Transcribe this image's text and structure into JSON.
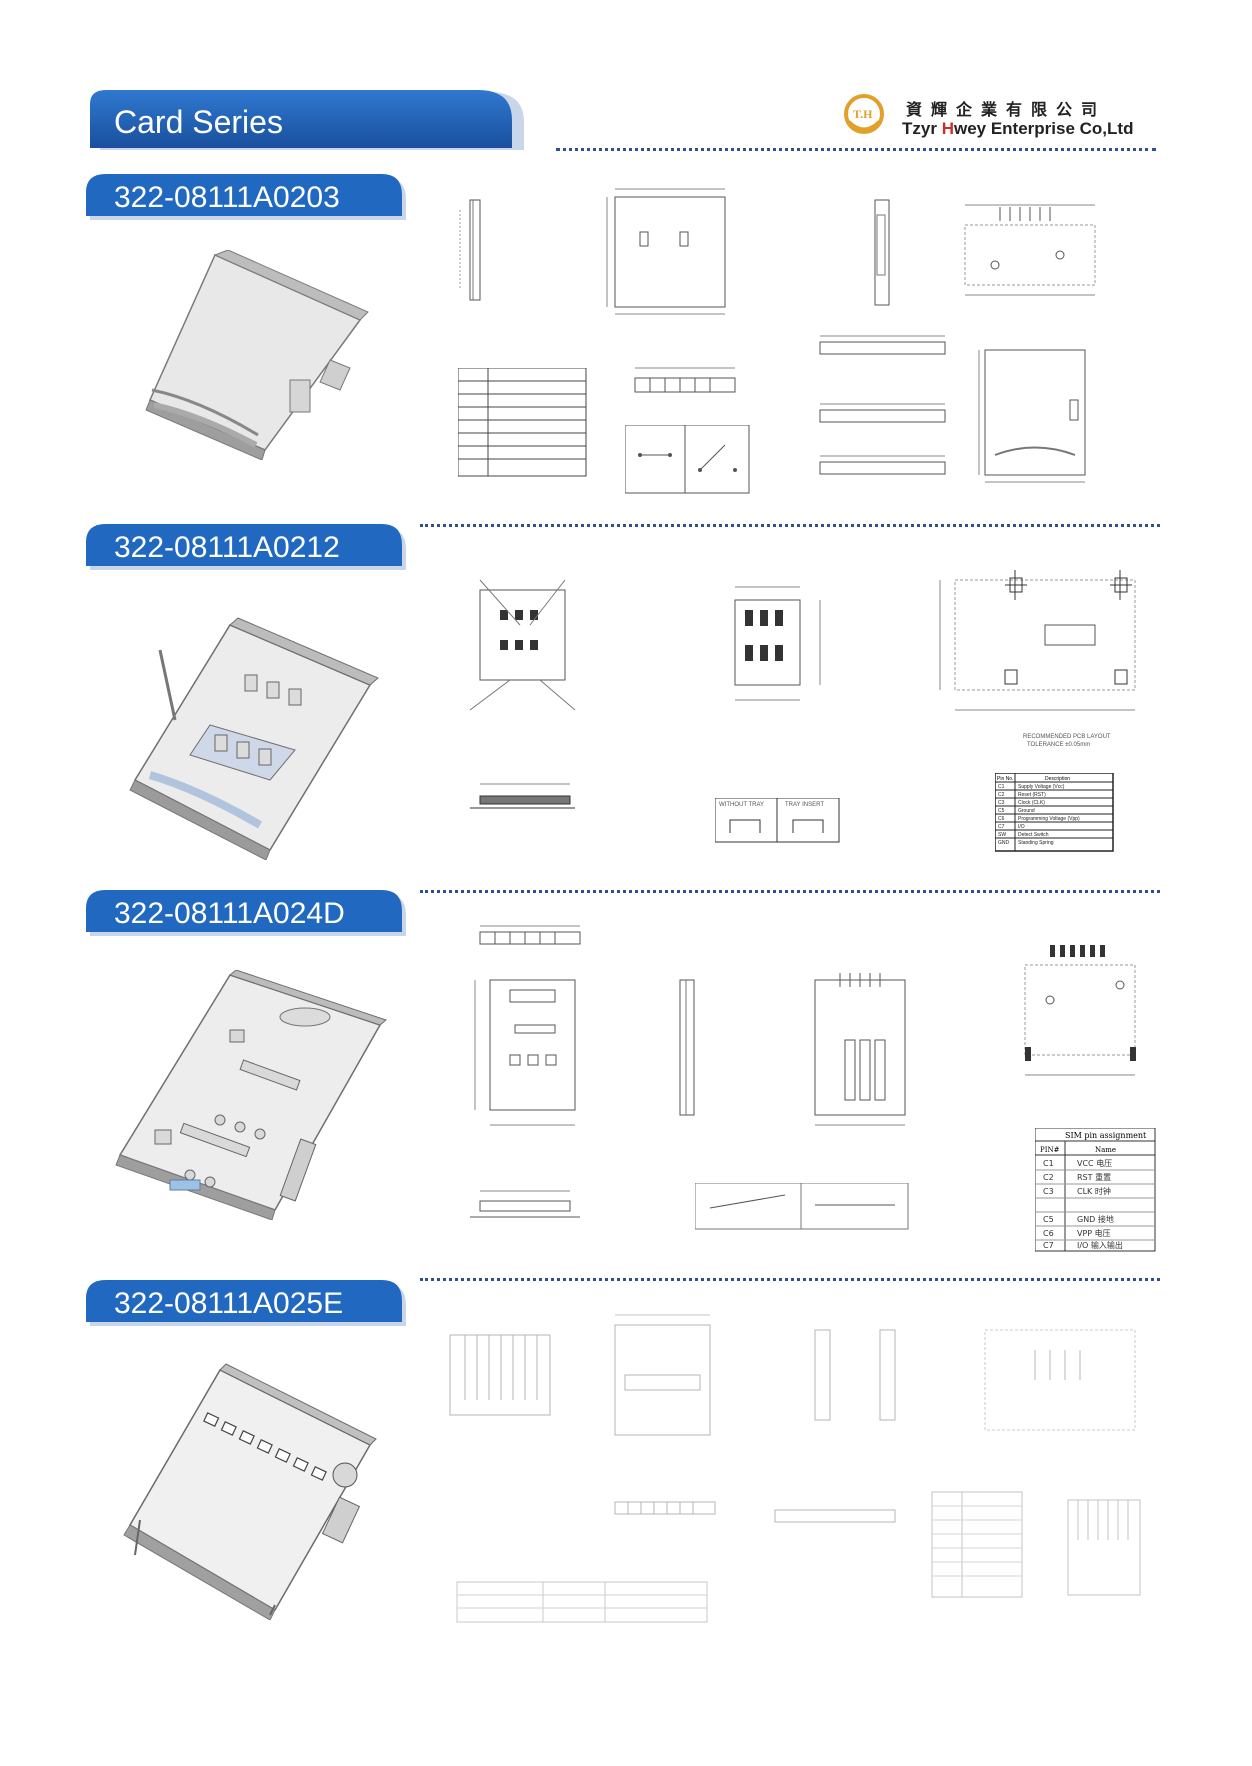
{
  "header": {
    "title": "Card Series",
    "company_cn": "資輝企業有限公司",
    "company_en_prefix": "Tzyr ",
    "company_en_highlight": "H",
    "company_en_rest": "wey Enterprise Co,Ltd",
    "logo_mark": "T.H"
  },
  "colors": {
    "banner": "#1f5fb0",
    "accent": "#c8312b",
    "dots": "#2f4f8f"
  },
  "sections": [
    {
      "part_number": "322-08111A0203"
    },
    {
      "part_number": "322-08111A0212"
    },
    {
      "part_number": "322-08111A024D"
    },
    {
      "part_number": "322-08111A025E"
    }
  ],
  "drawing_notes": {
    "pcb_layout_a": "RECOMMENDED PCB LAYOUT",
    "tolerance_a": "TOLERANCE ±0.05mm",
    "without_tray": "WITHOUT TRAY",
    "tray_insert": "TRAY INSERT",
    "pin_table_a": {
      "headers": [
        "Pin No.",
        "Description"
      ],
      "rows": [
        [
          "C1",
          "Supply Voltage (Vcc)"
        ],
        [
          "C2",
          "Reset (RST)"
        ],
        [
          "C3",
          "Clock (CLK)"
        ],
        [
          "C5",
          "Ground"
        ],
        [
          "C6",
          "Programming Voltage (Vpp)"
        ],
        [
          "C7",
          "I/O"
        ],
        [
          "SW",
          "Detect Switch"
        ],
        [
          "GND",
          "Standing Spring"
        ]
      ]
    },
    "sim_table": {
      "title": "SIM pin assignment",
      "headers": [
        "PIN#",
        "Name"
      ],
      "rows": [
        [
          "C1",
          "VCC 电压"
        ],
        [
          "C2",
          "RST 重置"
        ],
        [
          "C3",
          "CLK 时钟"
        ],
        [
          "C5",
          "GND 接地"
        ],
        [
          "C6",
          "VPP 电压"
        ],
        [
          "C7",
          "I/O 输入输出"
        ]
      ]
    }
  }
}
